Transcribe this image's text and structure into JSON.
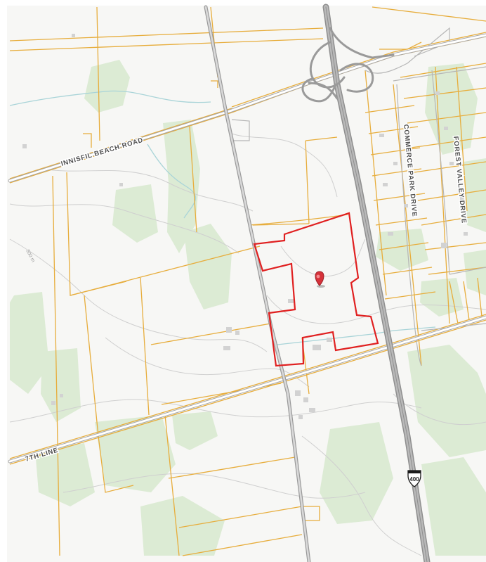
{
  "map": {
    "labels": {
      "innisfil_beach_road": "INNISFIL BEACH ROAD",
      "seventh_line": "7TH LINE",
      "commerce_park_drive": "COMMERCE PARK DRIVE",
      "forest_valley_drive": "FOREST VALLEY DRIVE",
      "contour": "300 m"
    },
    "highway_shield": {
      "number": "400",
      "icon": "ontario-highway-shield-icon"
    },
    "marker": {
      "icon": "map-pin-icon",
      "color": "#d6323a"
    },
    "colors": {
      "background": "#f7f7f5",
      "green_area": "#dcebd4",
      "lot_line": "#e7ad3c",
      "highway": "#9b9b9b",
      "parcel_outline": "#e02020",
      "water": "#a9d4d8",
      "contour": "#cfcfcf"
    }
  }
}
